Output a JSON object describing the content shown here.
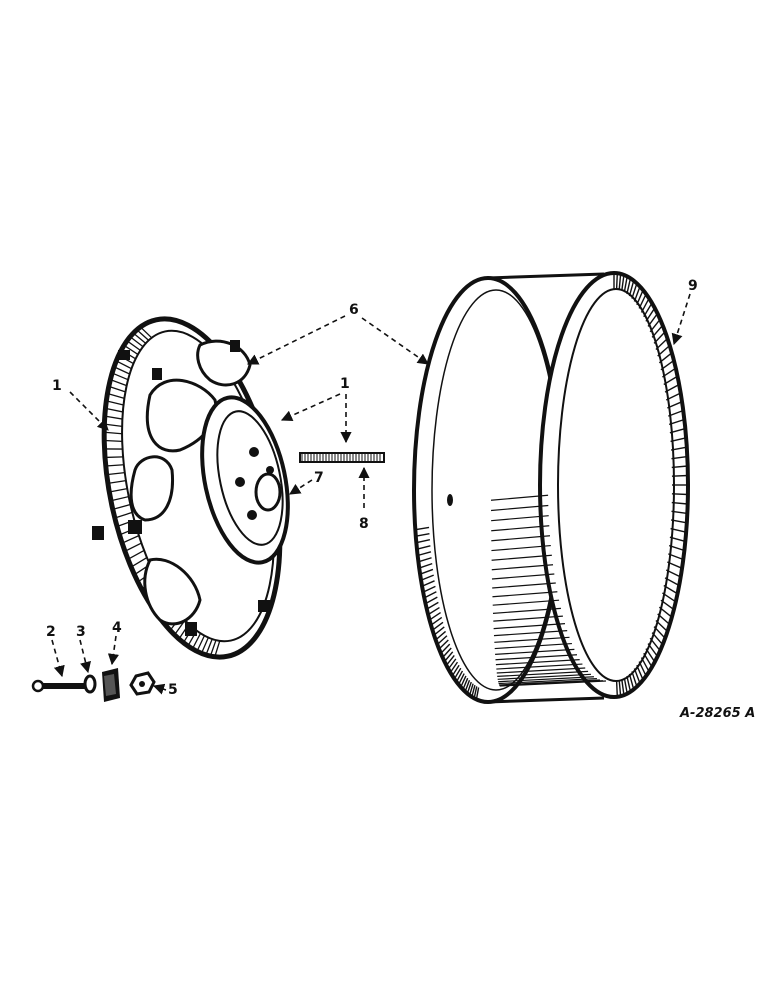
{
  "figure_id": "A-28265 A",
  "callouts": {
    "c1a": "1",
    "c1b": "1",
    "c2": "2",
    "c3": "3",
    "c4": "4",
    "c5": "5",
    "c6": "6",
    "c7": "7",
    "c8": "8",
    "c9": "9"
  },
  "colors": {
    "ink": "#111111",
    "paper": "#ffffff"
  }
}
